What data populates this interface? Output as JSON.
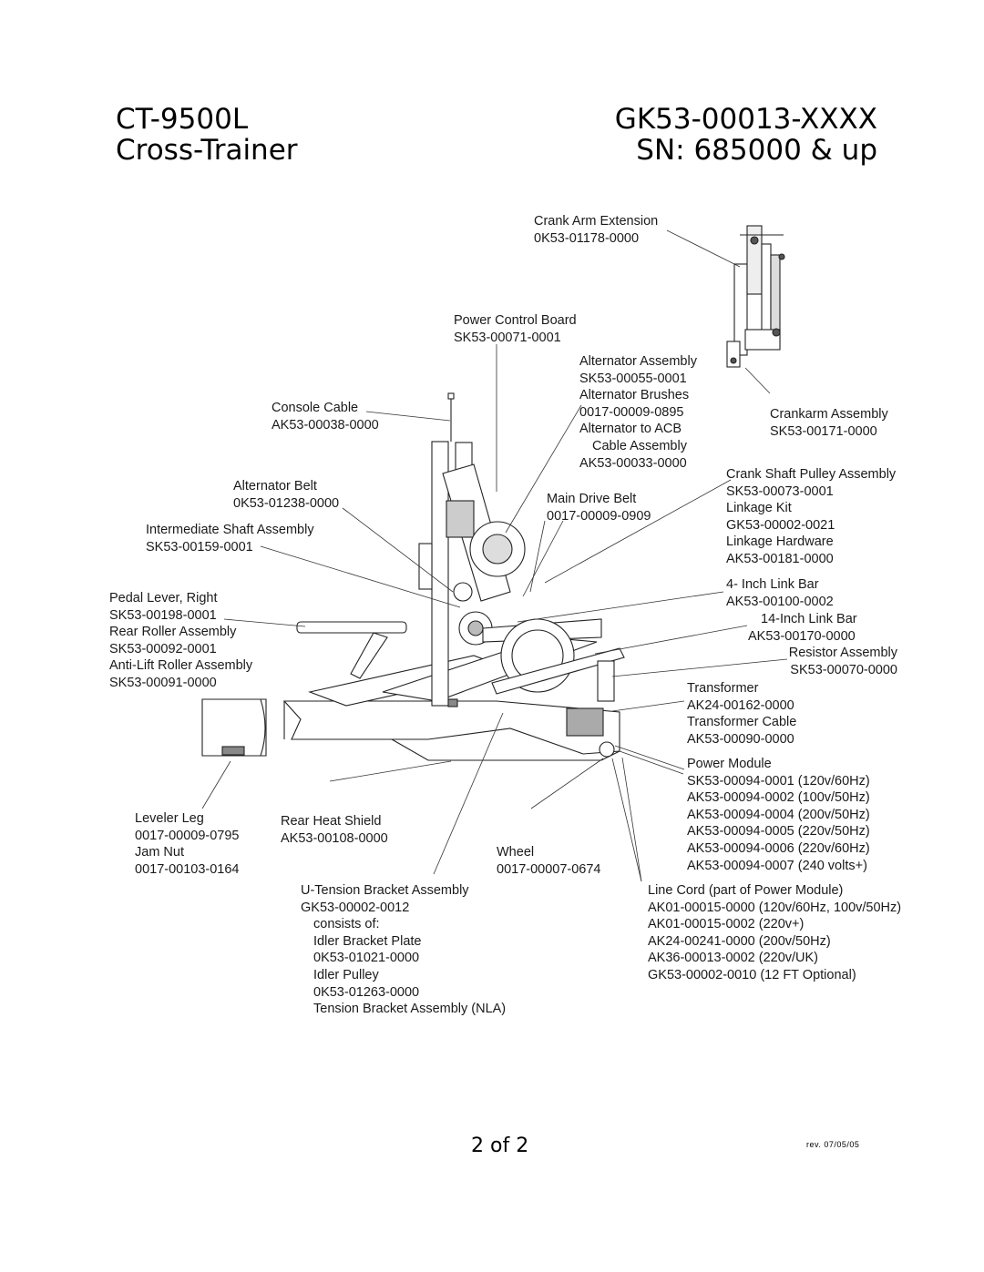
{
  "header": {
    "model": "CT-9500L",
    "product": "Cross-Trainer",
    "part_number": "GK53-00013-XXXX",
    "serial_range": "SN: 685000 & up"
  },
  "callouts": {
    "crank_arm_extension": [
      "Crank Arm Extension",
      "0K53-01178-0000"
    ],
    "power_control_board": [
      "Power Control Board",
      "SK53-00071-0001"
    ],
    "alternator": [
      "Alternator Assembly",
      "SK53-00055-0001",
      "Alternator Brushes",
      "0017-00009-0895",
      "Alternator to ACB",
      "Cable Assembly",
      "AK53-00033-0000"
    ],
    "crankarm_assembly": [
      "Crankarm Assembly",
      "SK53-00171-0000"
    ],
    "console_cable": [
      "Console Cable",
      "AK53-00038-0000"
    ],
    "alternator_belt": [
      "Alternator Belt",
      "0K53-01238-0000"
    ],
    "intermediate_shaft": [
      "Intermediate  Shaft Assembly",
      "SK53-00159-0001"
    ],
    "main_drive_belt": [
      "Main Drive Belt",
      "0017-00009-0909"
    ],
    "crank_shaft_pulley": [
      "Crank Shaft Pulley Assembly",
      "SK53-00073-0001",
      "Linkage Kit",
      "GK53-00002-0021",
      "Linkage Hardware",
      "AK53-00181-0000"
    ],
    "link_bar_4": [
      "4- Inch Link Bar",
      "AK53-00100-0002"
    ],
    "link_bar_14": [
      "14-Inch Link Bar",
      "AK53-00170-0000"
    ],
    "resistor_assembly": [
      "Resistor Assembly",
      "SK53-00070-0000"
    ],
    "pedal_lever": [
      "Pedal Lever, Right",
      "SK53-00198-0001",
      "Rear Roller Assembly",
      "SK53-00092-0001",
      "Anti-Lift Roller Assembly",
      "SK53-00091-0000"
    ],
    "transformer": [
      "Transformer",
      "AK24-00162-0000",
      "Transformer Cable",
      "AK53-00090-0000"
    ],
    "power_module": [
      "Power Module",
      "SK53-00094-0001 (120v/60Hz)",
      "AK53-00094-0002 (100v/50Hz)",
      "AK53-00094-0004 (200v/50Hz)",
      "AK53-00094-0005 (220v/50Hz)",
      "AK53-00094-0006 (220v/60Hz)",
      "AK53-00094-0007 (240 volts+)"
    ],
    "leveler_leg": [
      "Leveler Leg",
      "0017-00009-0795",
      "Jam Nut",
      "0017-00103-0164"
    ],
    "rear_heat_shield": [
      "Rear Heat Shield",
      "AK53-00108-0000"
    ],
    "wheel": [
      "Wheel",
      "0017-00007-0674"
    ],
    "u_tension": [
      "U-Tension Bracket Assembly",
      "GK53-00002-0012",
      "consists of:"
    ],
    "u_tension_parts": [
      "Idler Bracket Plate",
      "0K53-01021-0000",
      "Idler Pulley",
      "0K53-01263-0000",
      "Tension Bracket Assembly (NLA)"
    ],
    "line_cord": [
      "Line Cord (part of Power Module)",
      "AK01-00015-0000 (120v/60Hz, 100v/50Hz)",
      "AK01-00015-0002 (220v+)",
      "AK24-00241-0000 (200v/50Hz)",
      "AK36-00013-0002 (220v/UK)",
      "GK53-00002-0010 (12 FT Optional)"
    ]
  },
  "footer": {
    "page": "2 of 2",
    "revision": "rev. 07/05/05"
  }
}
